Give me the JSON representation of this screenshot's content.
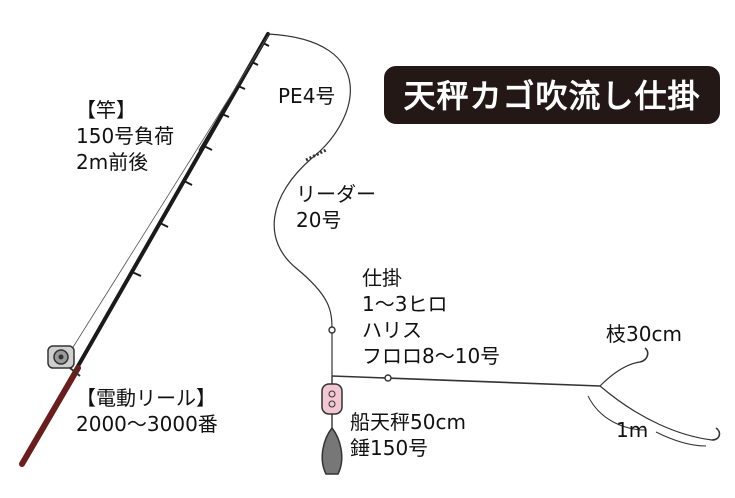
{
  "title": "天秤カゴ吹流し仕掛",
  "labels": {
    "rod_heading": "【竿】",
    "rod_spec1": "150号負荷",
    "rod_spec2": "2m前後",
    "mainline": "PE4号",
    "leader1": "リーダー",
    "leader2": "20号",
    "rig1": "仕掛",
    "rig2": "1～3ヒロ",
    "rig3": "ハリス",
    "rig4": "フロロ8～10号",
    "reel_heading": "【電動リール】",
    "reel_size": "2000～3000番",
    "branch": "枝30cm",
    "tenbin1": "船天秤50cm",
    "tenbin2": "錘150号",
    "length": "1m"
  },
  "colors": {
    "title_bg": "#231815",
    "title_text": "#ffffff",
    "rod": "#1a1a1a",
    "rod_accent": "#6b1d1d",
    "line": "#333333",
    "basket": "#f3c6d3",
    "sinker": "#777777"
  }
}
